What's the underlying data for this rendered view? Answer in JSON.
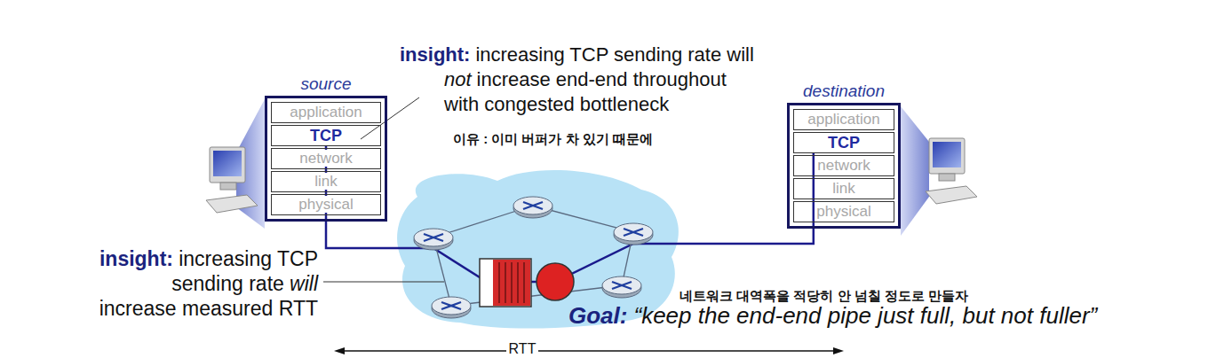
{
  "diagram": {
    "nodes": [
      {
        "text": [
          "source"
        ]
      },
      {
        "text": [
          "application"
        ],
        "in": 0
      },
      {
        "text": [
          "TCP"
        ],
        "in": 0
      },
      {
        "text": [
          "network"
        ],
        "in": 0
      },
      {
        "text": [
          "link"
        ],
        "in": 0
      },
      {
        "text": [
          "physical"
        ],
        "in": 0
      },
      {
        "text": [
          "destination"
        ]
      },
      {
        "text": [
          "application"
        ],
        "in": 6
      },
      {
        "text": [
          "TCP"
        ],
        "in": 6
      },
      {
        "text": [
          "network"
        ],
        "in": 6
      },
      {
        "text": [
          "link"
        ],
        "in": 6
      },
      {
        "text": [
          "physical"
        ],
        "in": 6
      }
    ],
    "edges": [
      {
        "from": 2,
        "to": 8,
        "arrow": "none"
      }
    ],
    "labels": [
      "insight:",
      "increasing TCP sending rate will",
      "not",
      "increase end-end throughout with congested bottleneck",
      "이유 : 이미 버퍼가 차 있기 때문에",
      "insight:",
      "increasing TCP sending rate",
      "will",
      "increase measured RTT",
      "네트워크 대역폭을 적당히 안 넘칠 정도로 만들자",
      "Goal:",
      "“keep the end-end pipe just full, but not fuller”",
      "RTT"
    ]
  }
}
